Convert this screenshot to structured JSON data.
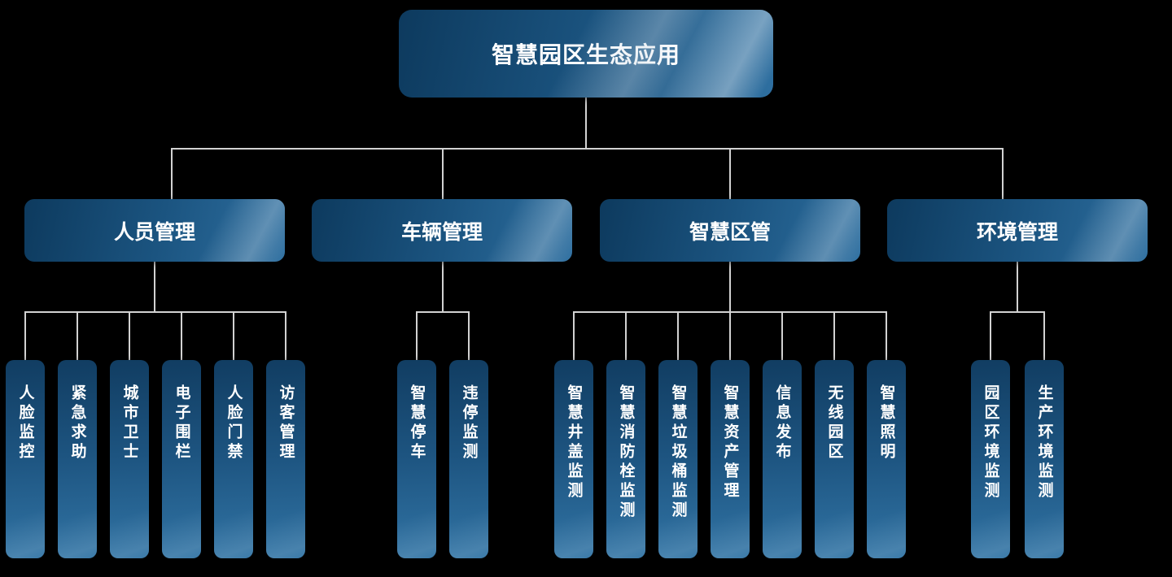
{
  "palette": {
    "background": "#000000",
    "box_dark": "#0d3a5e",
    "box_light": "#2e6fa0",
    "connector_line": "#d2d2d2",
    "text": "#ffffff"
  },
  "org_chart": {
    "root": {
      "label": "智慧园区生态应用"
    },
    "branches": [
      {
        "label": "人员管理",
        "children": [
          "人脸监控",
          "紧急求助",
          "城市卫士",
          "电子围栏",
          "人脸门禁",
          "访客管理"
        ]
      },
      {
        "label": "车辆管理",
        "children": [
          "智慧停车",
          "违停监测"
        ]
      },
      {
        "label": "智慧区管",
        "children": [
          "智慧井盖监测",
          "智慧消防栓监测",
          "智慧垃圾桶监测",
          "智慧资产管理",
          "信息发布",
          "无线园区",
          "智慧照明"
        ]
      },
      {
        "label": "环境管理",
        "children": [
          "园区环境监测",
          "生产环境监测"
        ]
      }
    ]
  }
}
